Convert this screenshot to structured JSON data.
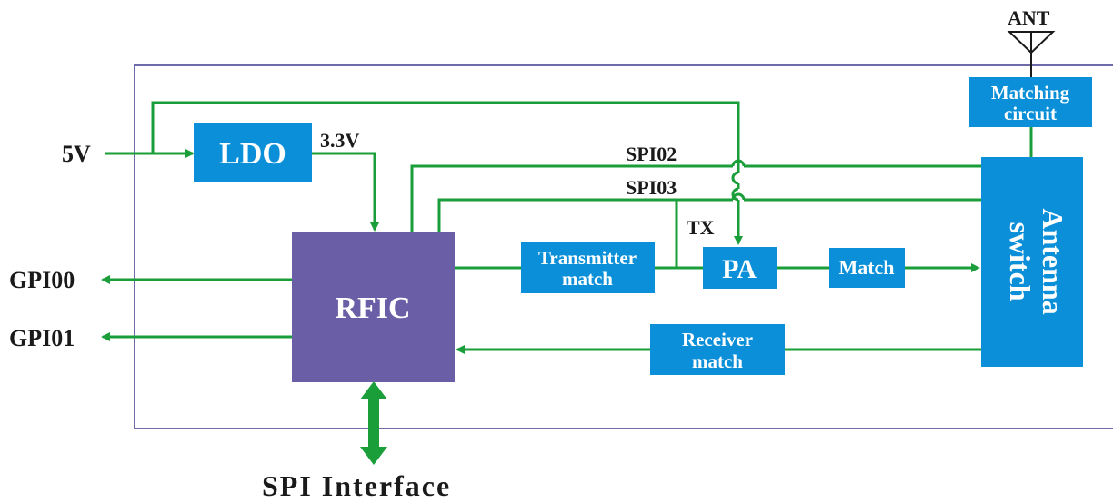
{
  "colors": {
    "block": "#0a8fd8",
    "rfic": "#6a5fa6",
    "wire": "#1a9e3a",
    "border": "#6f6aa8",
    "label": "#1a1a1a"
  },
  "blocks": {
    "ldo": "LDO",
    "rfic": "RFIC",
    "transmitter_match": [
      "Transmitter",
      "match"
    ],
    "pa": "PA",
    "match": "Match",
    "receiver_match": [
      "Receiver",
      "match"
    ],
    "matching_circuit": [
      "Matching",
      "circuit"
    ],
    "antenna_switch": [
      "Antenna",
      "switch"
    ]
  },
  "labels": {
    "input_5v": "5V",
    "v33": "3.3V",
    "spi02": "SPI02",
    "spi03": "SPI03",
    "tx": "TX",
    "gpi00": "GPI00",
    "gpi01": "GPI01",
    "spi_interface": "SPI Interface",
    "ant": "ANT"
  }
}
